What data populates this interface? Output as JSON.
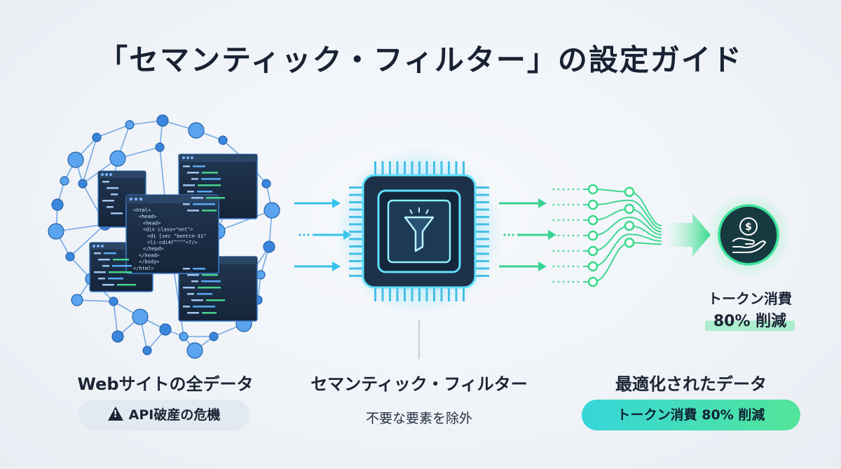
{
  "title": "「セマンティック・フィルター」の設定ガイド",
  "left": {
    "label": "Webサイトの全データ",
    "badge": "API破産の危機",
    "badge_icon": "warning-icon",
    "code_windows": [
      {
        "lines": [
          "<html>",
          "<head>",
          "<head>",
          "<div class=\"nnt\">",
          "<di [sec \"bentcn-31\"",
          "<li-cdi4f^^^^<7/>",
          "</hepd>",
          "</head>",
          "</body>",
          "</html>"
        ]
      }
    ]
  },
  "middle": {
    "label": "セマンティック・フィルター",
    "subtext": "不要な要素を除外",
    "icon": "funnel-icon"
  },
  "right": {
    "label": "最適化されたデータ",
    "badge": "トークン消費 80% 削減",
    "saving_line1": "トークン消費",
    "saving_line2": "80% 削減",
    "icon": "money-hand-icon"
  },
  "colors": {
    "blue": "#2f86e0",
    "dark_panel": "#1a2b40",
    "cyan": "#35c7f0",
    "green": "#37d98a",
    "teal_circle": "#173a40"
  }
}
